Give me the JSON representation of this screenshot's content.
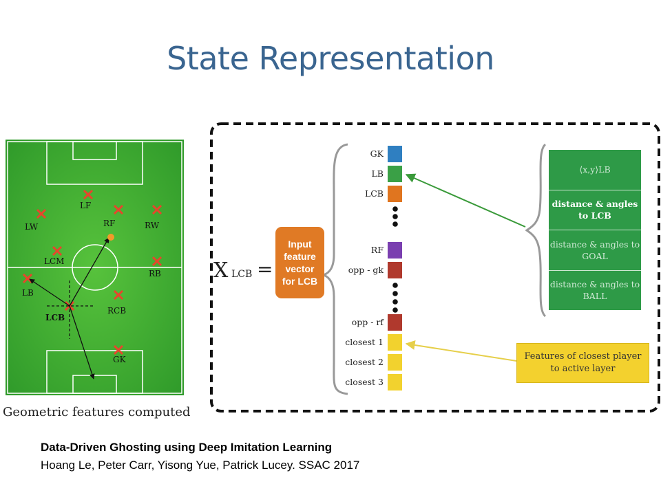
{
  "slide": {
    "title": "State Representation",
    "pitch_caption": "Geometric features computed",
    "citation_title": "Data-Driven Ghosting using Deep Imitation Learning",
    "citation_authors": "Hoang Le, Peter Carr, Yisong Yue, Patrick Lucey.  SSAC 2017"
  },
  "pitch": {
    "grass_color": "#3fa832",
    "players": [
      {
        "label": "LF",
        "bold": false
      },
      {
        "label": "LW",
        "bold": false
      },
      {
        "label": "RF",
        "bold": false
      },
      {
        "label": "RW",
        "bold": false
      },
      {
        "label": "LCM",
        "bold": false
      },
      {
        "label": "RB",
        "bold": false
      },
      {
        "label": "LB",
        "bold": false
      },
      {
        "label": "RCB",
        "bold": false
      },
      {
        "label": "LCB",
        "bold": true
      },
      {
        "label": "GK",
        "bold": false
      }
    ]
  },
  "diagram": {
    "x_symbol": "X",
    "x_subscript": "LCB",
    "equals": "=",
    "input_box": [
      "Input",
      "feature",
      "vector",
      "for LCB"
    ],
    "vector_slots": [
      {
        "label": "GK",
        "color": "#2f7fc1"
      },
      {
        "label": "LB",
        "color": "#3aa046"
      },
      {
        "label": "LCB",
        "color": "#e0751f"
      },
      {
        "label": "RF",
        "color": "#7a3fb0"
      },
      {
        "label": "opp - gk",
        "color": "#b0392d"
      },
      {
        "label": "opp - rf",
        "color": "#b0392d"
      },
      {
        "label": "closest 1",
        "color": "#f2d22e"
      },
      {
        "label": "closest 2",
        "color": "#f2d22e"
      },
      {
        "label": "closest 3",
        "color": "#f2d22e"
      }
    ],
    "feature_rows": [
      {
        "text": "⟨x,y⟩LB",
        "active": false
      },
      {
        "text": "distance & angles to LCB",
        "active": true
      },
      {
        "text": "distance & angles to GOAL",
        "active": false
      },
      {
        "text": "distance & angles to BALL",
        "active": false
      }
    ],
    "closest_callout": "Features of closest player to active layer",
    "colors": {
      "green_arrow": "#3a9a3a",
      "yellow_arrow": "#e6cf4a",
      "dashed_border": "#111111"
    }
  }
}
